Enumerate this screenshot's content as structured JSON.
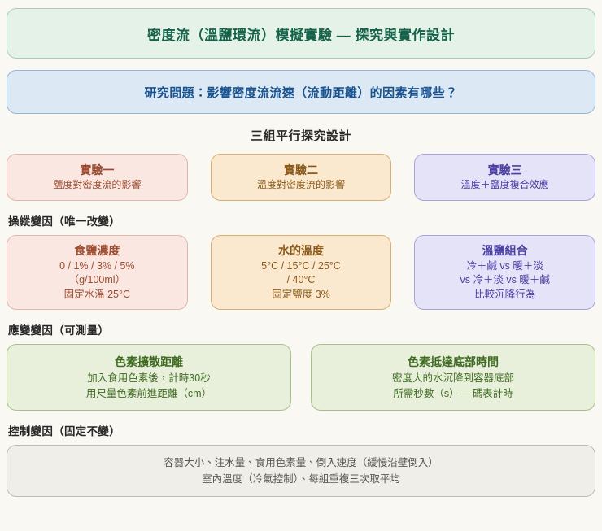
{
  "background_color": "#faf8f3",
  "header": {
    "title": "密度流（溫鹽環流）模擬實驗 — 探究與實作設計",
    "title_bg": "#e4f2e8",
    "title_color": "#16624a",
    "research_question": "研究問題：影響密度流流速（流動距離）的因素有哪些？",
    "question_bg": "#dde8f5",
    "question_color": "#18538f"
  },
  "sections": {
    "groups": {
      "heading": "三組平行探究設計",
      "cards": [
        {
          "title": "實驗一",
          "subtitle": "鹽度對密度流的影響",
          "accent": "#9b4b2f"
        },
        {
          "title": "實驗二",
          "subtitle": "溫度對密度流的影響",
          "accent": "#8a5a1a"
        },
        {
          "title": "實驗三",
          "subtitle": "溫度＋鹽度複合效應",
          "accent": "#4a3fa3"
        }
      ]
    },
    "independent": {
      "heading": "操縱變因（唯一改變）",
      "cards": [
        {
          "title": "食鹽濃度",
          "lines": [
            "0 / 1% / 3% / 5%",
            "（g/100ml）",
            "固定水溫 25°C"
          ],
          "accent": "#9b4b2f"
        },
        {
          "title": "水的溫度",
          "lines": [
            "5°C / 15°C / 25°C",
            "/ 40°C",
            "固定鹽度 3%"
          ],
          "accent": "#8a5a1a"
        },
        {
          "title": "溫鹽組合",
          "lines": [
            "冷＋鹹 vs 暖＋淡",
            "vs 冷＋淡 vs 暖＋鹹",
            "比較沉降行為"
          ],
          "accent": "#4a3fa3"
        }
      ]
    },
    "dependent": {
      "heading": "應變變因（可測量）",
      "cards": [
        {
          "title": "色素擴散距離",
          "lines": [
            "加入食用色素後，計時30秒",
            "用尺量色素前進距離（cm）"
          ],
          "accent": "#3f6b22"
        },
        {
          "title": "色素抵達底部時間",
          "lines": [
            "密度大的水沉降到容器底部",
            "所需秒數（s）— 碼表計時"
          ],
          "accent": "#3f6b22"
        }
      ]
    },
    "controlled": {
      "heading": "控制變因（固定不變）",
      "card": {
        "lines": [
          "容器大小、注水量、食用色素量、倒入速度（緩慢沿壁倒入）",
          "室內溫度（冷氣控制）、每組重複三次取平均"
        ],
        "accent": "#585852"
      }
    }
  }
}
